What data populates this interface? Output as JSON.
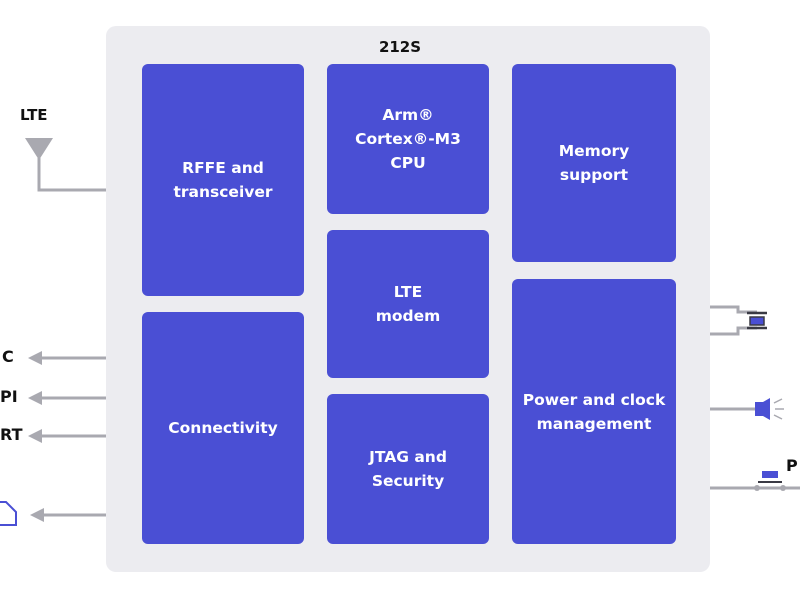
{
  "chip": {
    "title": "212S"
  },
  "blocks": {
    "rffe": "RFFE and\ntransceiver",
    "cpu": "Arm®\nCortex®-M3\nCPU",
    "memory": "Memory\nsupport",
    "modem": "LTE\nmodem",
    "connectivity": "Connectivity",
    "jtag": "JTAG and\nSecurity",
    "power": "Power and clock\nmanagement"
  },
  "external": {
    "antenna_label": "LTE",
    "left": [
      "C",
      "PI",
      "RT"
    ],
    "right_bottom": "P"
  },
  "icons": [
    "antenna-icon",
    "crystal-oscillator-icon",
    "speaker-icon",
    "push-button-icon",
    "sim-card-icon"
  ],
  "colors": {
    "block": "#4a4fd4",
    "chip_bg": "#ececf0",
    "line": "#a9a9b0"
  }
}
